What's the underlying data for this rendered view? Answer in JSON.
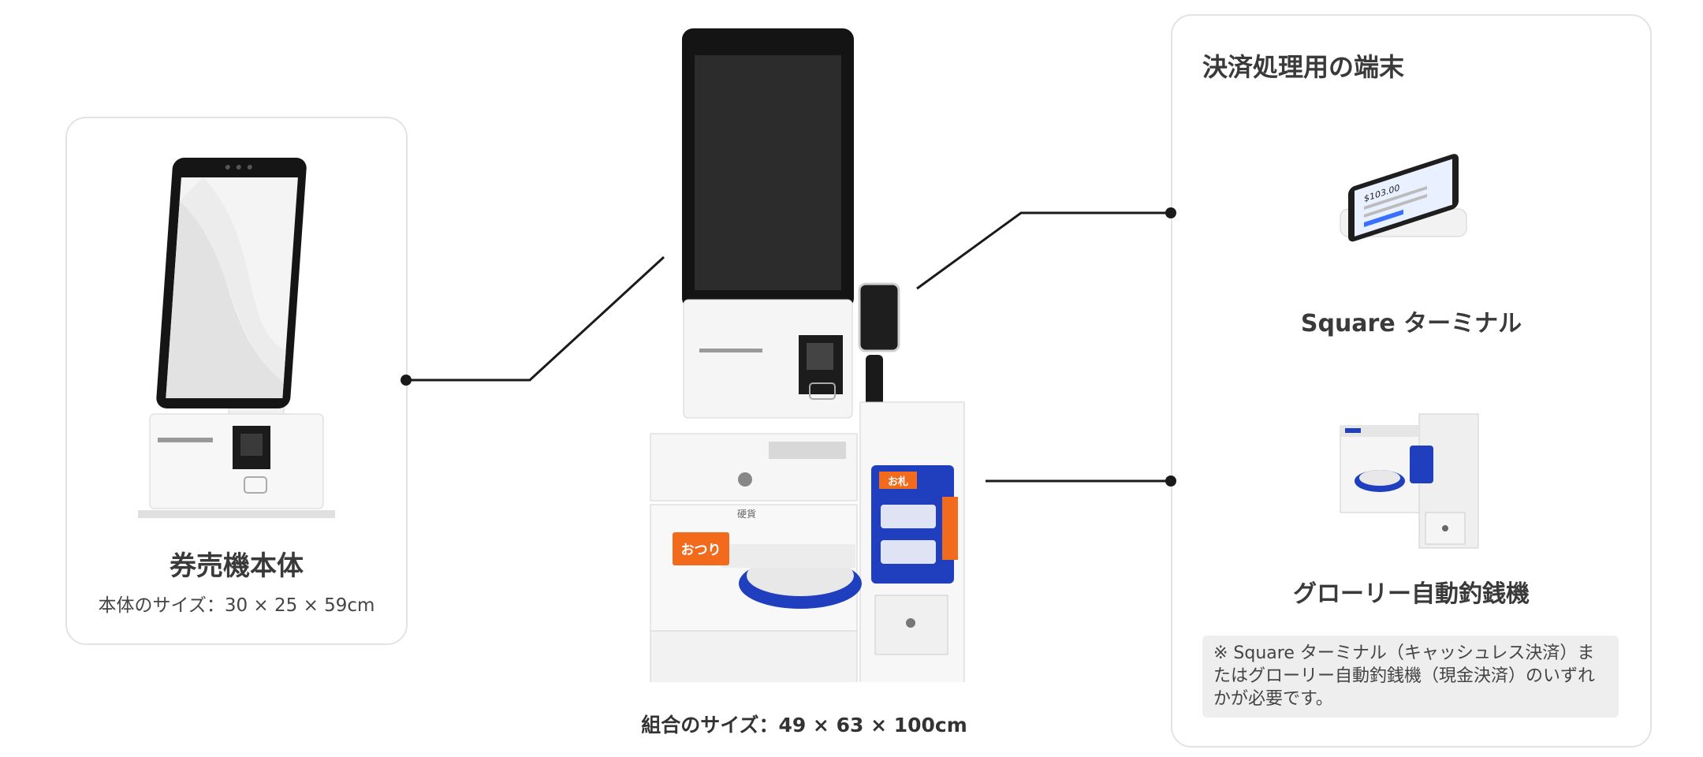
{
  "ticket_machine": {
    "title": "券売機本体",
    "size": "本体のサイズ：30 × 25 × 59cm"
  },
  "combined": {
    "size": "組合のサイズ：49 × 63 × 100cm"
  },
  "payment_terminals": {
    "heading": "決済処理用の端末",
    "square_label": "Square ターミナル",
    "square_screen_amount": "$103.00",
    "glory_label": "グローリー自動釣銭機",
    "note": "※ Square ターミナル（キャッシュレス決済）またはグローリー自動釣銭機（現金決済）のいずれかが必要です。"
  },
  "machine_labels": {
    "change_label": "おつり",
    "bills_label": "お札",
    "coins_label": "硬貨"
  },
  "colors": {
    "line": "#1a1a1a",
    "accent_orange": "#f26a1b",
    "accent_blue": "#1f3fbf",
    "card_border": "#e3e3e3"
  }
}
